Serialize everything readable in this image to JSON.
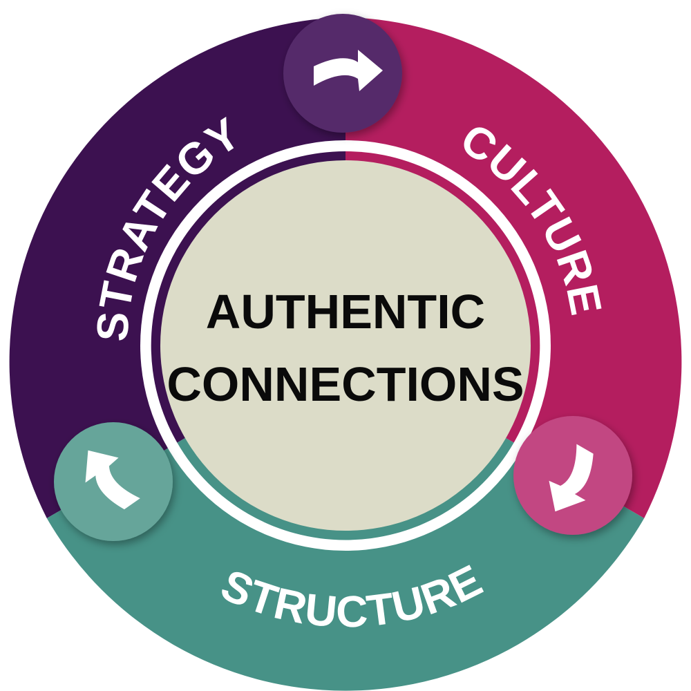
{
  "diagram": {
    "center": {
      "line1": "AUTHENTIC",
      "line2": "CONNECTIONS",
      "fill": "#dcdcc8"
    },
    "segments": [
      {
        "id": "strategy",
        "label": "STRATEGY",
        "color": "#3c1150"
      },
      {
        "id": "culture",
        "label": "CULTURE",
        "color": "#b41e5f"
      },
      {
        "id": "structure",
        "label": "STRUCTURE",
        "color": "#479287"
      }
    ],
    "arrows": [
      {
        "id": "strategy-to-culture",
        "color": "#542b6b",
        "icon": "arrow-right-icon"
      },
      {
        "id": "culture-to-structure",
        "color": "#c24682",
        "icon": "arrow-down-left-icon"
      },
      {
        "id": "structure-to-strategy",
        "color": "#66a59a",
        "icon": "arrow-up-left-icon"
      }
    ]
  }
}
